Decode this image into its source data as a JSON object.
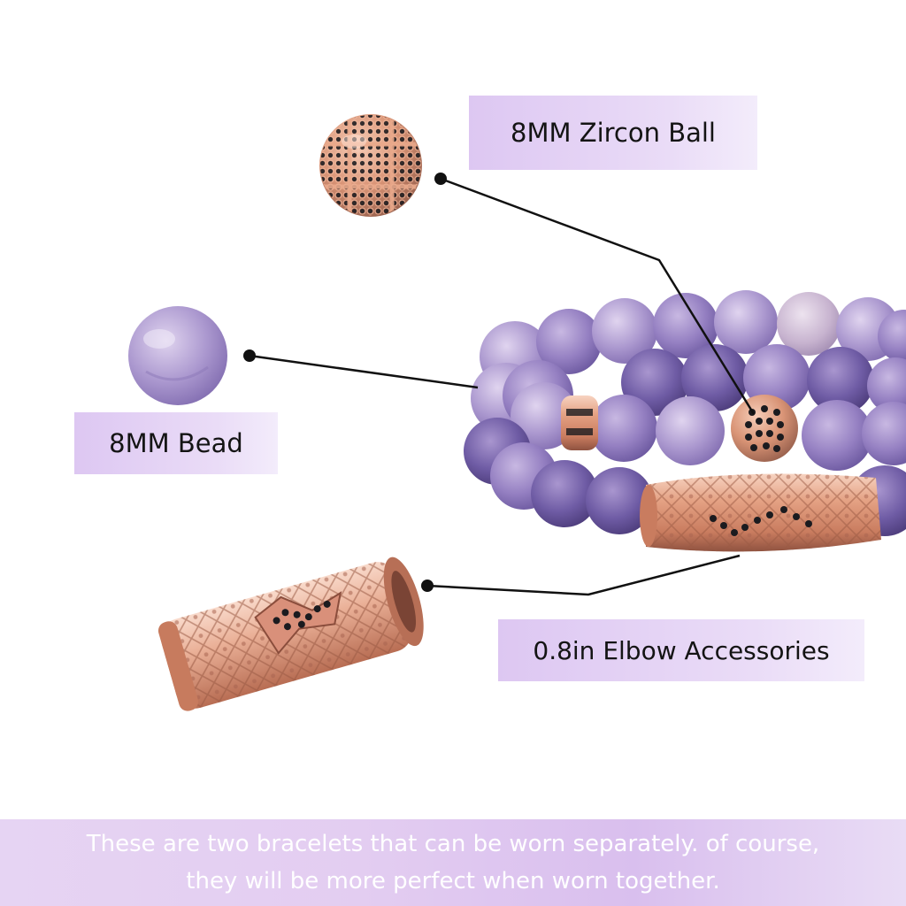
{
  "labels": {
    "zircon_ball": "8MM Zircon Ball",
    "bead": "8MM Bead",
    "elbow": "0.8in Elbow Accessories"
  },
  "caption": {
    "line1": "These are two bracelets that can be worn separately. of course,",
    "line2": "they will be more perfect when worn together."
  },
  "colors": {
    "label_bg": "#e3d0f4",
    "caption_bg": "#dfc7f0",
    "amethyst": "#9b86c4",
    "amethyst_dark": "#6a5698",
    "rose_gold": "#e5a181",
    "zircon_black": "#1b1b1f"
  }
}
